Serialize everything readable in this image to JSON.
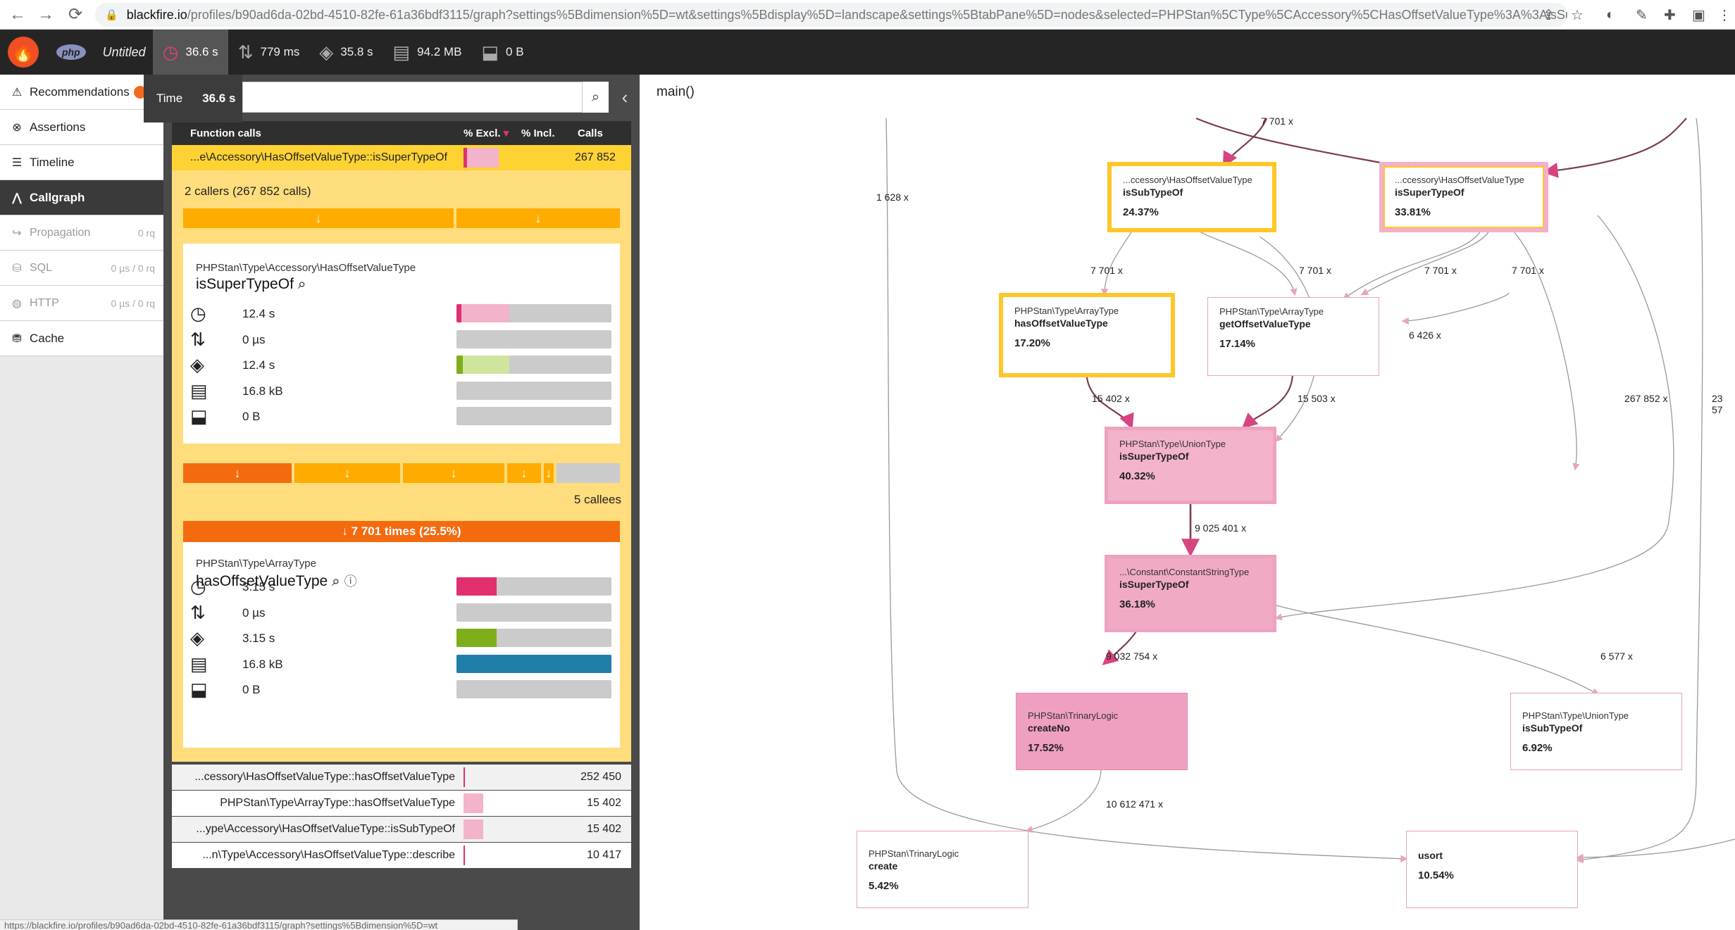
{
  "browser": {
    "url_host": "blackfire.io",
    "url_rest": "/profiles/b90ad6da-02bd-4510-82fe-61a36bdf3115/graph?settings%5Bdimension%5D=wt&settings%5Bdisplay%5D=landscape&settings%5BtabPane%5D=nodes&selected=PHPStan%5CType%5CAccessory%5CHasOffsetValueType%3A%3AisSuper..."
  },
  "topbar": {
    "php_label": "php",
    "profile_title": "Untitled",
    "metrics": [
      {
        "icon": "clock-icon",
        "value": "36.6 s"
      },
      {
        "icon": "io-arrows-icon",
        "value": "779 ms"
      },
      {
        "icon": "cpu-icon",
        "value": "35.8 s"
      },
      {
        "icon": "memory-icon",
        "value": "94.2 MB"
      },
      {
        "icon": "network-icon",
        "value": "0 B"
      }
    ]
  },
  "tooltip": {
    "label": "Time",
    "value": "36.6 s"
  },
  "nav": {
    "recommendations": "Recommendations",
    "assertions": "Assertions",
    "timeline": "Timeline",
    "callgraph": "Callgraph",
    "propagation": "Propagation",
    "propagation_rq": "0 rq",
    "sql": "SQL",
    "sql_rq": "0 µs / 0 rq",
    "http": "HTTP",
    "http_rq": "0 µs / 0 rq",
    "cache": "Cache"
  },
  "table": {
    "col_function": "Function calls",
    "col_excl": "% Excl.",
    "col_incl": "% Incl.",
    "col_calls": "Calls",
    "selected_name": "...e\\Accessory\\HasOffsetValueType::isSuperTypeOf",
    "selected_calls": "267 852",
    "callers_label": "2 callers (267 852 calls)",
    "callees_label": "5 callees",
    "callee_highlight": "↓ 7 701 times (25.5%)",
    "rows": [
      {
        "name": "...cessory\\HasOffsetValueType::hasOffsetValueType",
        "calls": "252 450"
      },
      {
        "name": "PHPStan\\Type\\ArrayType::hasOffsetValueType",
        "calls": "15 402"
      },
      {
        "name": "...ype\\Accessory\\HasOffsetValueType::isSubTypeOf",
        "calls": "15 402"
      },
      {
        "name": "...n\\Type\\Accessory\\HasOffsetValueType::describe",
        "calls": "10 417"
      }
    ]
  },
  "card1": {
    "namespace": "PHPStan\\Type\\Accessory\\HasOffsetValueType",
    "function": "isSuperTypeOf",
    "metrics": [
      {
        "icon": "clock-icon",
        "value": "12.4 s",
        "fill_pct": 34,
        "accent_pct": 3,
        "color": "#f3b3cb",
        "accent": "#e0306f"
      },
      {
        "icon": "io-arrows-icon",
        "value": "0 µs",
        "fill_pct": 0,
        "accent_pct": 0,
        "color": "#cbcbcb",
        "accent": "#cbcbcb"
      },
      {
        "icon": "cpu-icon",
        "value": "12.4 s",
        "fill_pct": 34,
        "accent_pct": 4,
        "color": "#cfe49d",
        "accent": "#7fae1c"
      },
      {
        "icon": "memory-icon",
        "value": "16.8 kB",
        "fill_pct": 0,
        "accent_pct": 0,
        "color": "#cbcbcb",
        "accent": "#cbcbcb"
      },
      {
        "icon": "network-icon",
        "value": "0 B",
        "fill_pct": 0,
        "accent_pct": 0,
        "color": "#cbcbcb",
        "accent": "#cbcbcb"
      }
    ]
  },
  "card2": {
    "namespace": "PHPStan\\Type\\ArrayType",
    "function": "hasOffsetValueType",
    "metrics": [
      {
        "icon": "clock-icon",
        "value": "3.15 s",
        "fill_pct": 26,
        "accent_pct": 26,
        "color": "#e0306f",
        "accent": "#e0306f"
      },
      {
        "icon": "io-arrows-icon",
        "value": "0 µs",
        "fill_pct": 0,
        "accent_pct": 0,
        "color": "#cbcbcb",
        "accent": "#cbcbcb"
      },
      {
        "icon": "cpu-icon",
        "value": "3.15 s",
        "fill_pct": 26,
        "accent_pct": 26,
        "color": "#7fae1c",
        "accent": "#7fae1c"
      },
      {
        "icon": "memory-icon",
        "value": "16.8 kB",
        "fill_pct": 100,
        "accent_pct": 100,
        "color": "#1f7fa8",
        "accent": "#1f7fa8"
      },
      {
        "icon": "network-icon",
        "value": "0 B",
        "fill_pct": 0,
        "accent_pct": 0,
        "color": "#cbcbcb",
        "accent": "#cbcbcb"
      }
    ]
  },
  "graph": {
    "title": "main()",
    "nodes": [
      {
        "ns": "...ccessory\\HasOffsetValueType",
        "fn": "isSubTypeOf",
        "pct": "24.37%"
      },
      {
        "ns": "...ccessory\\HasOffsetValueType",
        "fn": "isSuperTypeOf",
        "pct": "33.81%"
      },
      {
        "ns": "PHPStan\\Type\\ArrayType",
        "fn": "hasOffsetValueType",
        "pct": "17.20%"
      },
      {
        "ns": "PHPStan\\Type\\ArrayType",
        "fn": "getOffsetValueType",
        "pct": "17.14%"
      },
      {
        "ns": "PHPStan\\Type\\UnionType",
        "fn": "isSuperTypeOf",
        "pct": "40.32%"
      },
      {
        "ns": "...\\Constant\\ConstantStringType",
        "fn": "isSuperTypeOf",
        "pct": "36.18%"
      },
      {
        "ns": "PHPStan\\TrinaryLogic",
        "fn": "createNo",
        "pct": "17.52%"
      },
      {
        "ns": "PHPStan\\Type\\UnionType",
        "fn": "isSubTypeOf",
        "pct": "6.92%"
      },
      {
        "ns": "PHPStan\\TrinaryLogic",
        "fn": "create",
        "pct": "5.42%"
      },
      {
        "ns": "",
        "fn": "usort",
        "pct": "10.54%"
      }
    ],
    "edges": [
      "7 701 x",
      "1 628 x",
      "7 701 x",
      "7 701 x",
      "7 701 x",
      "7 701 x",
      "6 426 x",
      "15 402 x",
      "15 503 x",
      "267 852 x",
      "23 57",
      "9 025 401 x",
      "9 032 754 x",
      "6 577 x",
      "10 612 471 x"
    ]
  },
  "statusbar": "https://blackfire.io/profiles/b90ad6da-02bd-4510-82fe-61a36bdf3115/graph?settings%5Bdimension%5D=wt"
}
